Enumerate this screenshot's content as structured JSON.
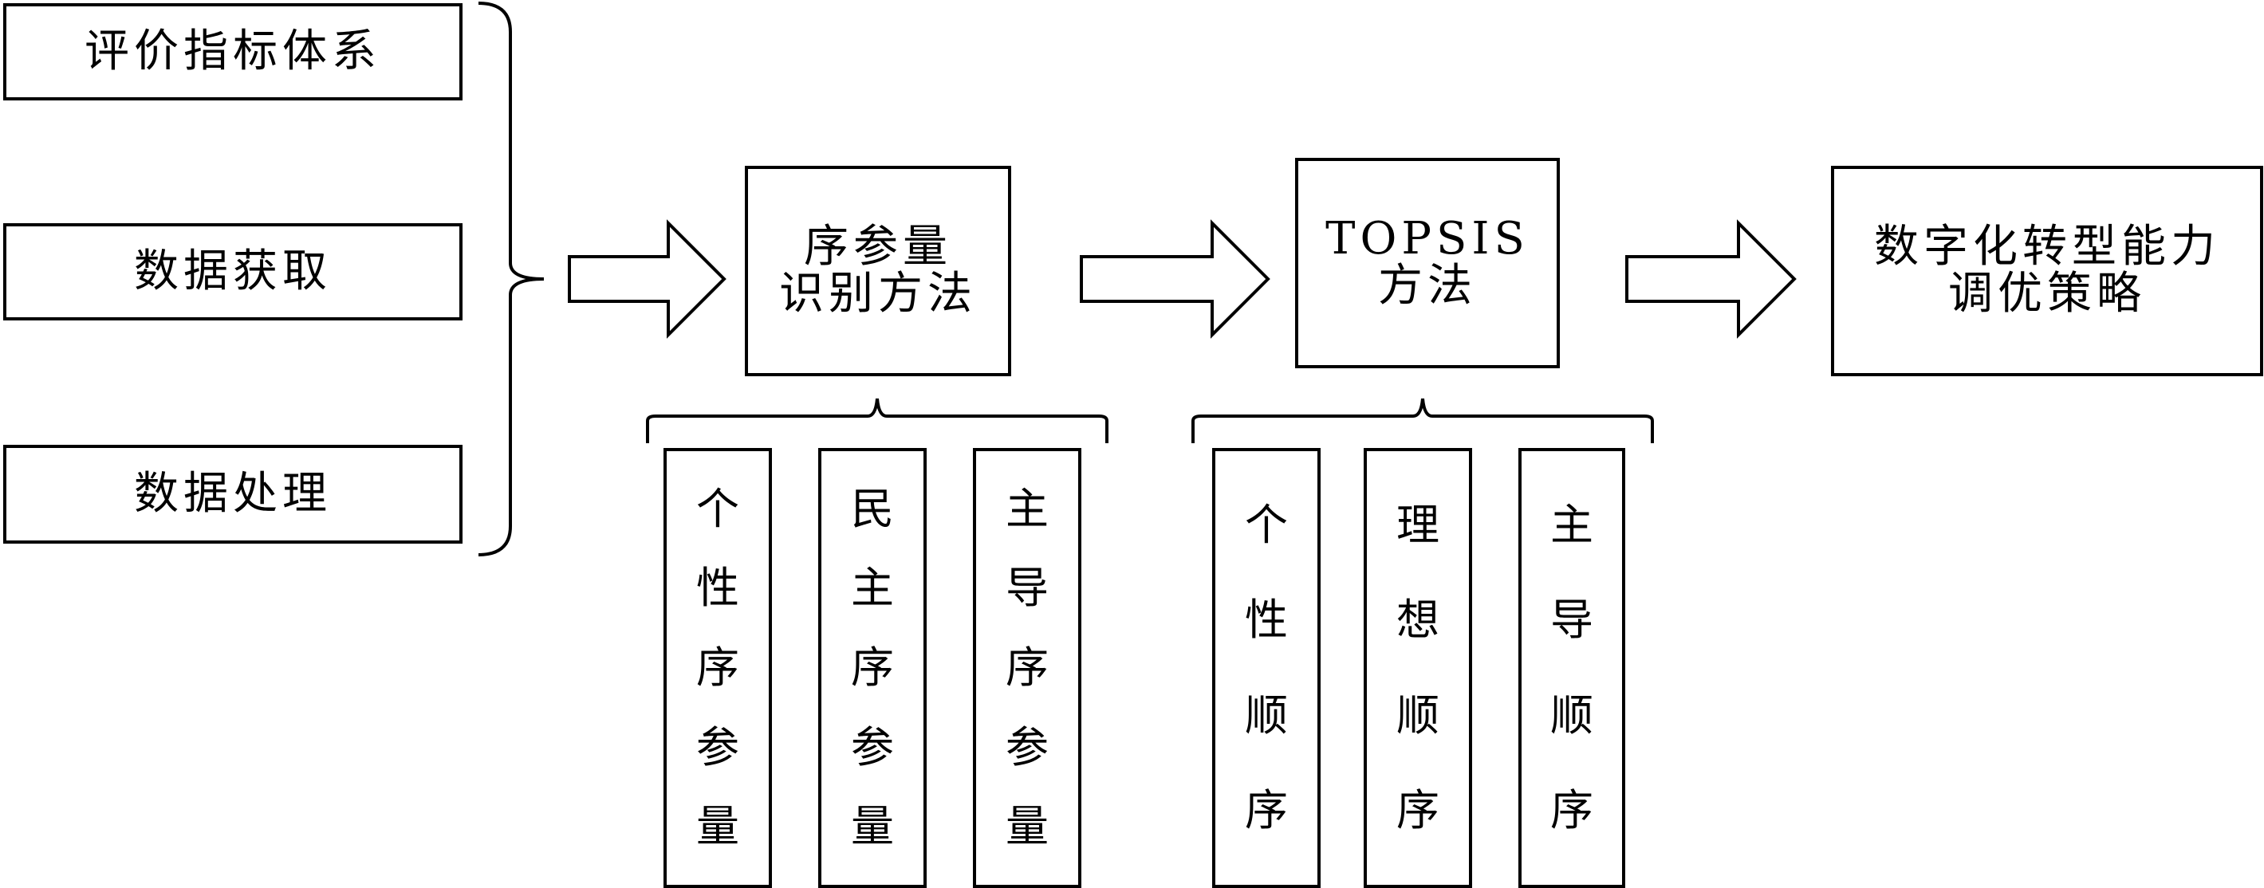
{
  "inputs": {
    "eval_index": "评价指标体系",
    "data_acquire": "数据获取",
    "data_process": "数据处理"
  },
  "steps": {
    "order_param": "序参量\n识别方法",
    "topsis": "TOPSIS\n方法",
    "strategy": "数字化转型能力\n调优策略"
  },
  "order_params": [
    {
      "chars": [
        "个",
        "性",
        "序",
        "参",
        "量"
      ]
    },
    {
      "chars": [
        "民",
        "主",
        "序",
        "参",
        "量"
      ]
    },
    {
      "chars": [
        "主",
        "导",
        "序",
        "参",
        "量"
      ]
    }
  ],
  "topsis_orders": [
    {
      "chars": [
        "个",
        "性",
        "顺",
        "序"
      ]
    },
    {
      "chars": [
        "理",
        "想",
        "顺",
        "序"
      ]
    },
    {
      "chars": [
        "主",
        "导",
        "顺",
        "序"
      ]
    }
  ]
}
